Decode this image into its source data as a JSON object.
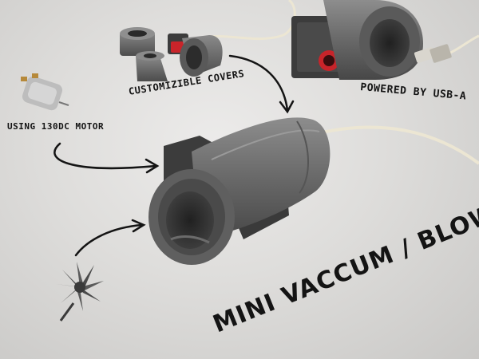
{
  "labels": {
    "motor": "USING 130DC MOTOR",
    "covers": "CUSTOMIZIBLE COVERS",
    "usb": "POWERED BY USB-A",
    "title": "MINI VACCUM / BLOWER"
  },
  "colors": {
    "plastic": "#6f6f6f",
    "plastic_dark": "#3f3f3f",
    "red_button": "#c8242a",
    "cable": "#ece6d3",
    "ink": "#141414"
  }
}
